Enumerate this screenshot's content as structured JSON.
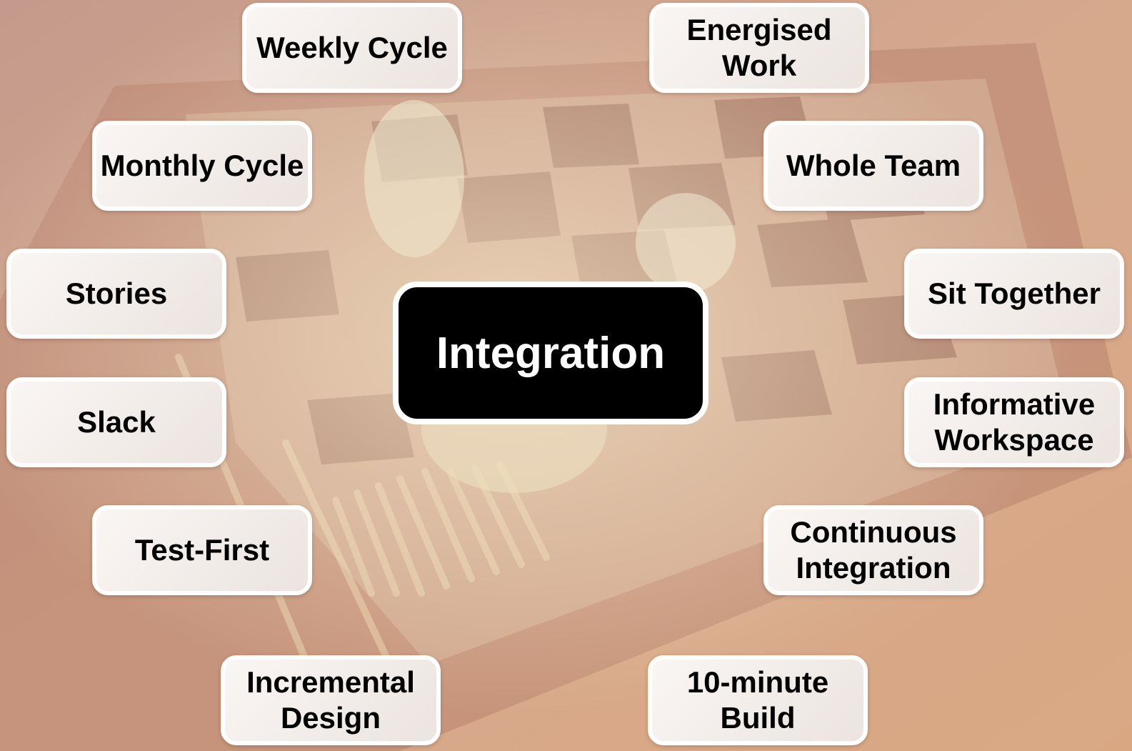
{
  "center": {
    "label": "Integration"
  },
  "practices": [
    {
      "id": "weekly-cycle",
      "label": "Weekly Cycle"
    },
    {
      "id": "energised-work",
      "label": "Energised\nWork"
    },
    {
      "id": "monthly-cycle",
      "label": "Monthly Cycle"
    },
    {
      "id": "whole-team",
      "label": "Whole Team"
    },
    {
      "id": "stories",
      "label": "Stories"
    },
    {
      "id": "sit-together",
      "label": "Sit Together"
    },
    {
      "id": "slack",
      "label": "Slack"
    },
    {
      "id": "informative-workspace",
      "label": "Informative\nWorkspace"
    },
    {
      "id": "test-first",
      "label": "Test-First"
    },
    {
      "id": "continuous-integration",
      "label": "Continuous\nIntegration"
    },
    {
      "id": "incremental-design",
      "label": "Incremental\nDesign"
    },
    {
      "id": "10-minute-build",
      "label": "10-minute\nBuild"
    }
  ]
}
